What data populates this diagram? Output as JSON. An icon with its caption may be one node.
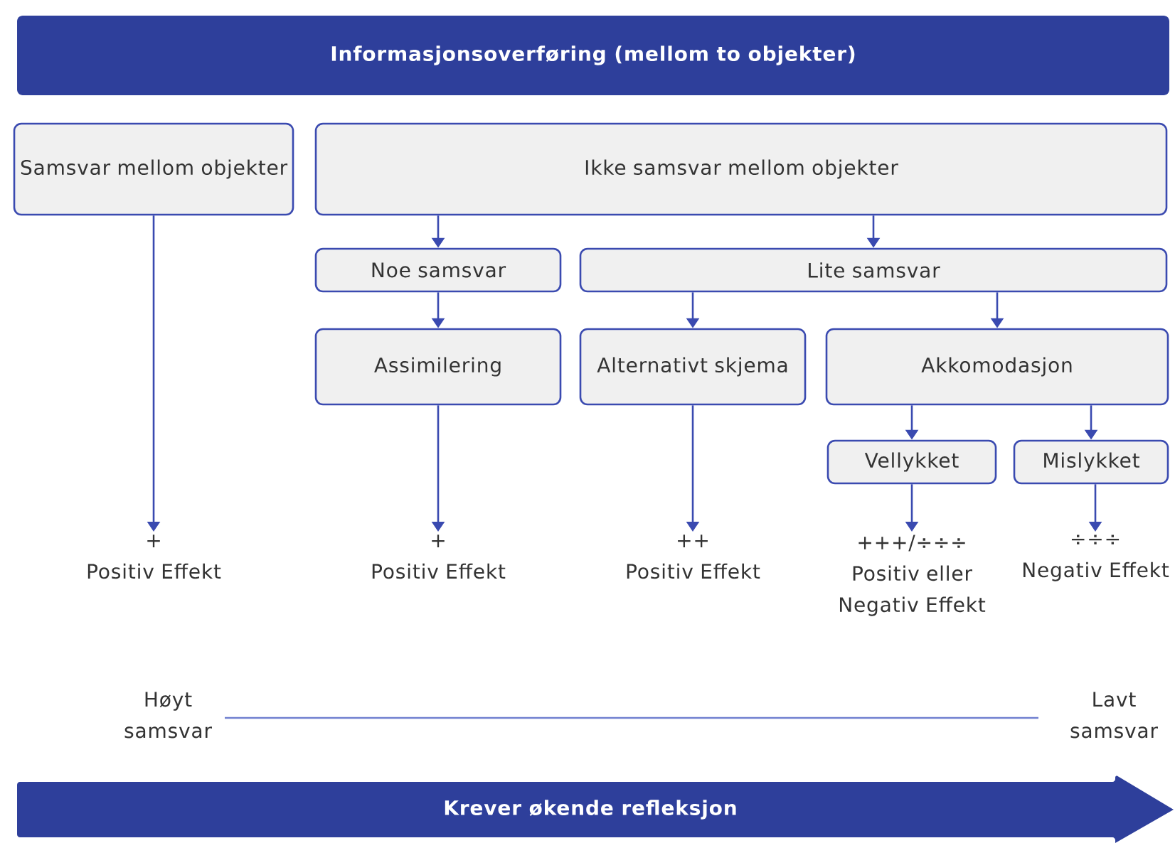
{
  "diagram": {
    "title": "Informasjonsoverføring (mellom to objekter)",
    "nodes": [
      {
        "text": [
          "Samsvar mellom objekter"
        ]
      },
      {
        "text": [
          "Ikke samsvar mellom objekter"
        ]
      },
      {
        "text": [
          "Noe samsvar"
        ]
      },
      {
        "text": [
          "Lite samsvar"
        ]
      },
      {
        "text": [
          "Assimilering"
        ]
      },
      {
        "text": [
          "Alternativt skjema"
        ]
      },
      {
        "text": [
          "Akkomodasjon"
        ]
      },
      {
        "text": [
          "Vellykket"
        ]
      },
      {
        "text": [
          "Mislykket"
        ]
      },
      {
        "text": [
          "+",
          "Positiv Effekt"
        ]
      },
      {
        "text": [
          "+",
          "Positiv Effekt"
        ]
      },
      {
        "text": [
          "++",
          "Positiv Effekt"
        ]
      },
      {
        "text": [
          "+++/÷÷÷",
          "Positiv eller Negativ Effekt"
        ]
      },
      {
        "text": [
          "÷÷÷",
          "Negativ Effekt"
        ]
      }
    ],
    "edges": [
      {
        "from": 0,
        "to": 9,
        "arrow": "to"
      },
      {
        "from": 1,
        "to": 2,
        "arrow": "to"
      },
      {
        "from": 1,
        "to": 3,
        "arrow": "to"
      },
      {
        "from": 2,
        "to": 4,
        "arrow": "to"
      },
      {
        "from": 3,
        "to": 5,
        "arrow": "to"
      },
      {
        "from": 3,
        "to": 6,
        "arrow": "to"
      },
      {
        "from": 4,
        "to": 10,
        "arrow": "to"
      },
      {
        "from": 5,
        "to": 11,
        "arrow": "to"
      },
      {
        "from": 6,
        "to": 7,
        "arrow": "to"
      },
      {
        "from": 6,
        "to": 8,
        "arrow": "to"
      },
      {
        "from": 7,
        "to": 12,
        "arrow": "to"
      },
      {
        "from": 8,
        "to": 13,
        "arrow": "to"
      }
    ],
    "labels": [
      "Høyt samsvar",
      "Lavt samsvar",
      "Krever økende refleksjon"
    ]
  }
}
